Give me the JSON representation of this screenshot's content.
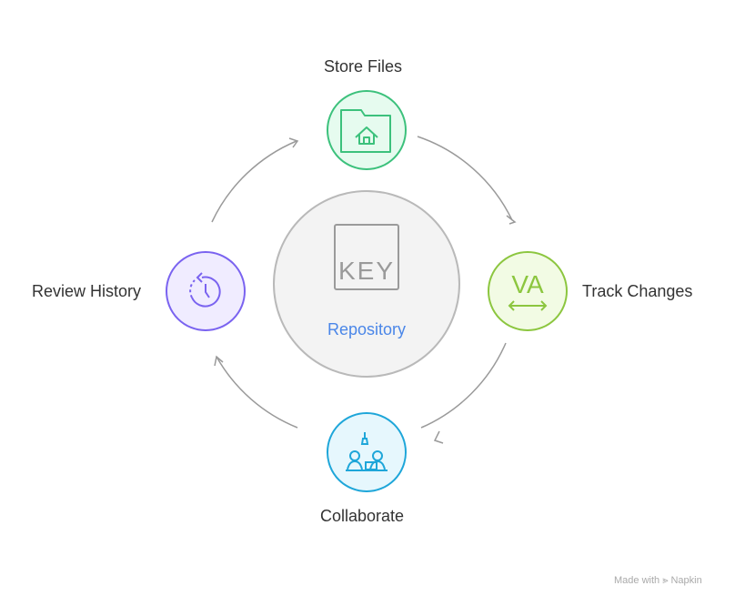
{
  "center": {
    "label": "Repository",
    "icon": "key-icon",
    "icon_text": "KEY"
  },
  "steps": [
    {
      "label": "Store Files",
      "icon": "folder-home-icon",
      "color": "#3cc17c"
    },
    {
      "label": "Track Changes",
      "icon": "va-arrow-icon",
      "color": "#8cc63f",
      "icon_text": "VA"
    },
    {
      "label": "Collaborate",
      "icon": "collaborators-icon",
      "color": "#1ea6d9"
    },
    {
      "label": "Review History",
      "icon": "history-clock-icon",
      "color": "#7a63f0"
    }
  ],
  "watermark": "Made with ⪢ Napkin"
}
